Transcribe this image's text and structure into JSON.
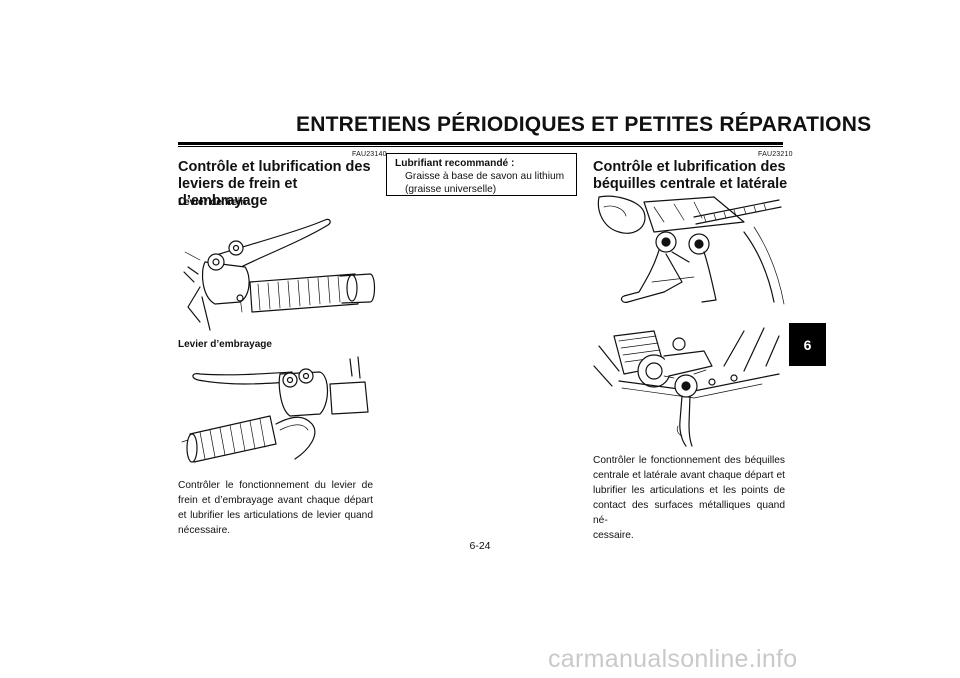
{
  "header": {
    "title": "ENTRETIENS PÉRIODIQUES ET PETITES RÉPARATIONS"
  },
  "left_section": {
    "code": "FAU23140",
    "heading_line1": "Contrôle et lubrification des",
    "heading_line2": "leviers de frein et d’embrayage",
    "sub1": "Levier de frein",
    "sub2": "Levier d’embrayage",
    "body": [
      "Contrôler le fonctionnement du levier de",
      "frein et d’embrayage avant chaque départ",
      "et lubrifier les articulations de levier quand",
      "nécessaire."
    ]
  },
  "note": {
    "title": "Lubrifiant recommandé :",
    "line1": "Graisse à base de savon au lithium",
    "line2": "(graisse universelle)"
  },
  "right_section": {
    "code": "FAU23210",
    "heading_line1": "Contrôle et lubrification des",
    "heading_line2": "béquilles centrale et latérale",
    "body": [
      "Contrôler le fonctionnement des béquilles",
      "centrale et latérale avant chaque départ et",
      "lubrifier les articulations et les points de",
      "contact des surfaces métalliques quand né-",
      "cessaire."
    ]
  },
  "chapter_tab": "6",
  "page_number": "6-24",
  "watermark": "carmanualsonline.info",
  "illustrations": {
    "brake_lever": "brake-lever-illustration",
    "clutch_lever": "clutch-lever-illustration",
    "center_stand": "center-stand-illustration",
    "side_stand": "side-stand-illustration"
  }
}
